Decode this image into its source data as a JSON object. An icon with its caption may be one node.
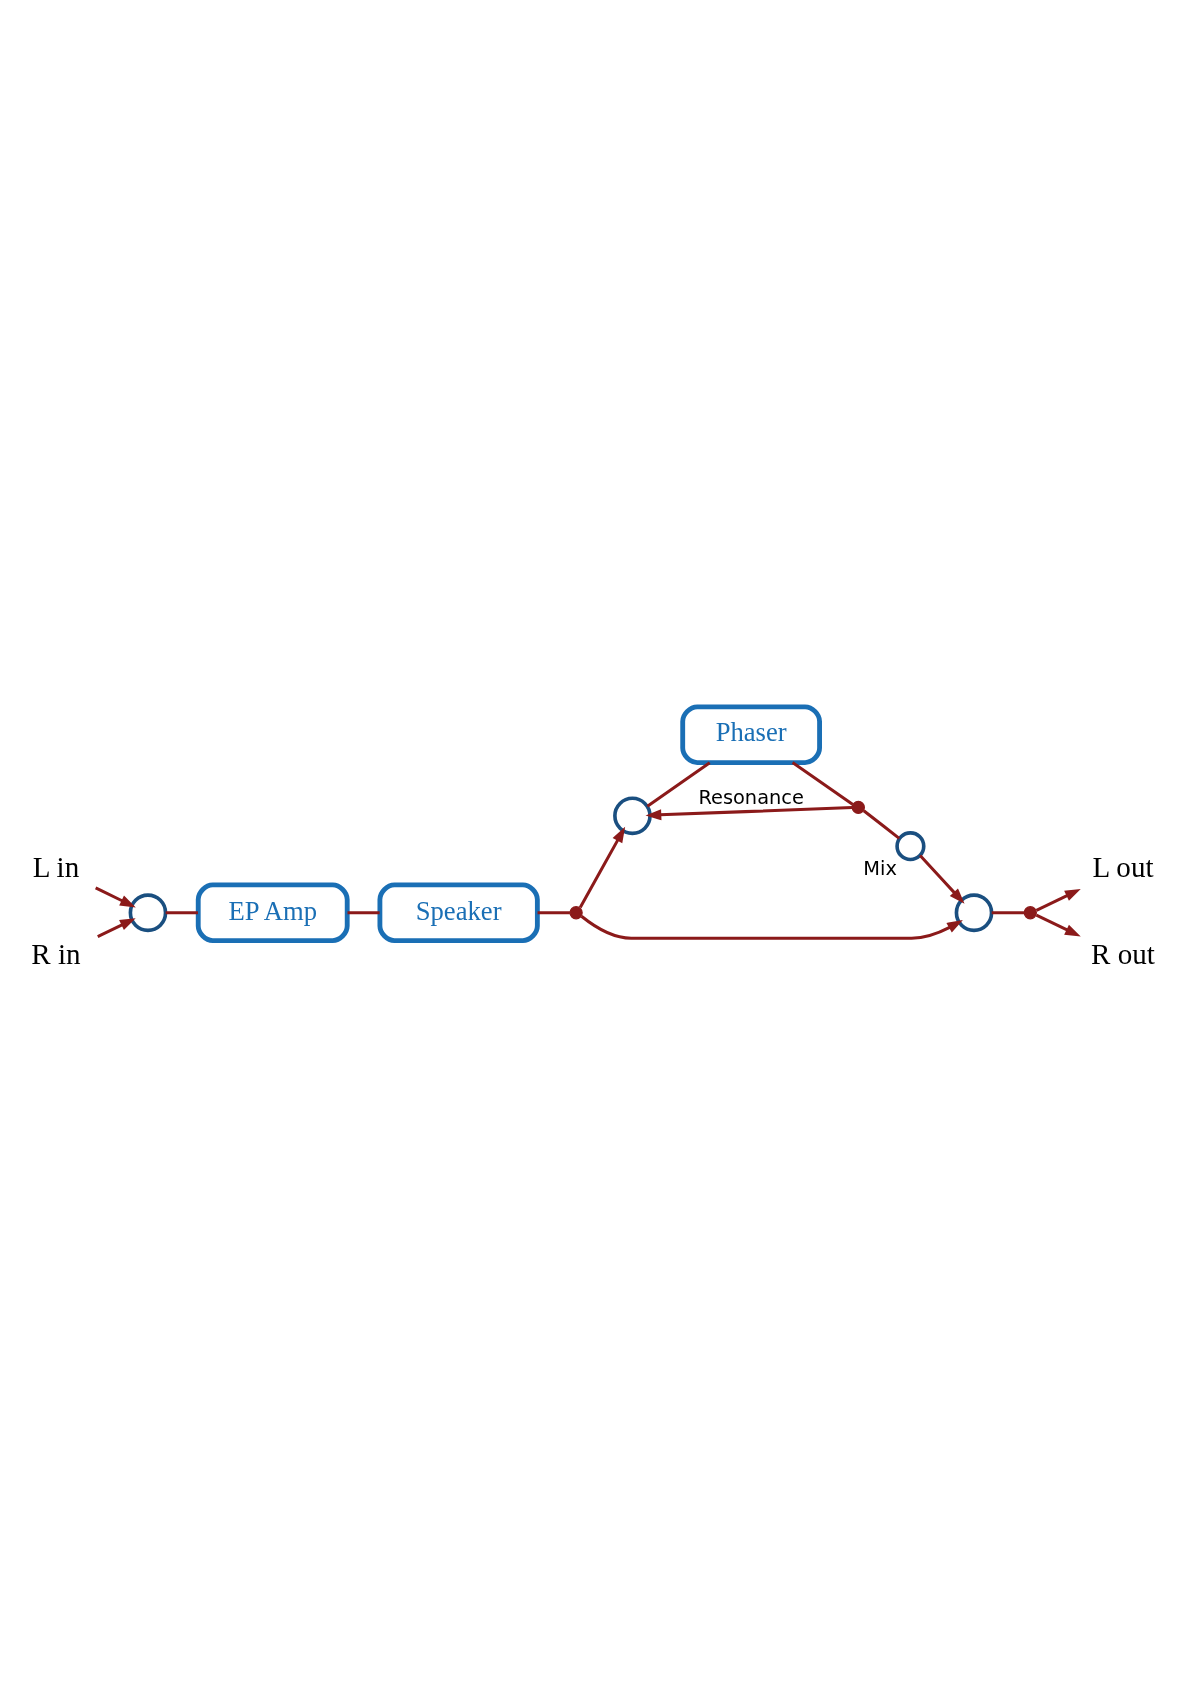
{
  "diagram": {
    "nodes": [
      {
        "text": [
          "L in"
        ]
      },
      {
        "text": [
          "R in"
        ]
      },
      {
        "text": [],
        "shape": "circle"
      },
      {
        "text": [
          "EP Amp"
        ]
      },
      {
        "text": [
          "Speaker"
        ]
      },
      {
        "text": [],
        "shape": "circle"
      },
      {
        "text": [],
        "shape": "circle"
      },
      {
        "text": [
          "Phaser"
        ]
      },
      {
        "text": [],
        "shape": "circle"
      },
      {
        "text": [],
        "shape": "circle",
        "beside": [
          "Mix"
        ]
      },
      {
        "text": [],
        "shape": "circle"
      },
      {
        "text": [],
        "shape": "circle"
      },
      {
        "text": [
          "L out"
        ]
      },
      {
        "text": [
          "R out"
        ]
      }
    ],
    "edges": [
      {
        "from": 0,
        "to": 2,
        "arrow": "to"
      },
      {
        "from": 1,
        "to": 2,
        "arrow": "to"
      },
      {
        "from": 2,
        "to": 3,
        "arrow": "none"
      },
      {
        "from": 3,
        "to": 4,
        "arrow": "none"
      },
      {
        "from": 4,
        "to": 5,
        "arrow": "none"
      },
      {
        "from": 5,
        "to": 6,
        "arrow": "to"
      },
      {
        "from": 6,
        "to": 7,
        "arrow": "none"
      },
      {
        "from": 7,
        "to": 8,
        "arrow": "none"
      },
      {
        "from": 8,
        "to": 9,
        "arrow": "none"
      },
      {
        "from": 9,
        "to": 10,
        "arrow": "to"
      },
      {
        "from": 5,
        "to": 10,
        "arrow": "to"
      },
      {
        "from": 8,
        "to": 6,
        "arrow": "to",
        "label": "Resonance"
      },
      {
        "from": 10,
        "to": 11,
        "arrow": "none"
      },
      {
        "from": 11,
        "to": 12,
        "arrow": "to"
      },
      {
        "from": 11,
        "to": 13,
        "arrow": "to"
      }
    ]
  }
}
